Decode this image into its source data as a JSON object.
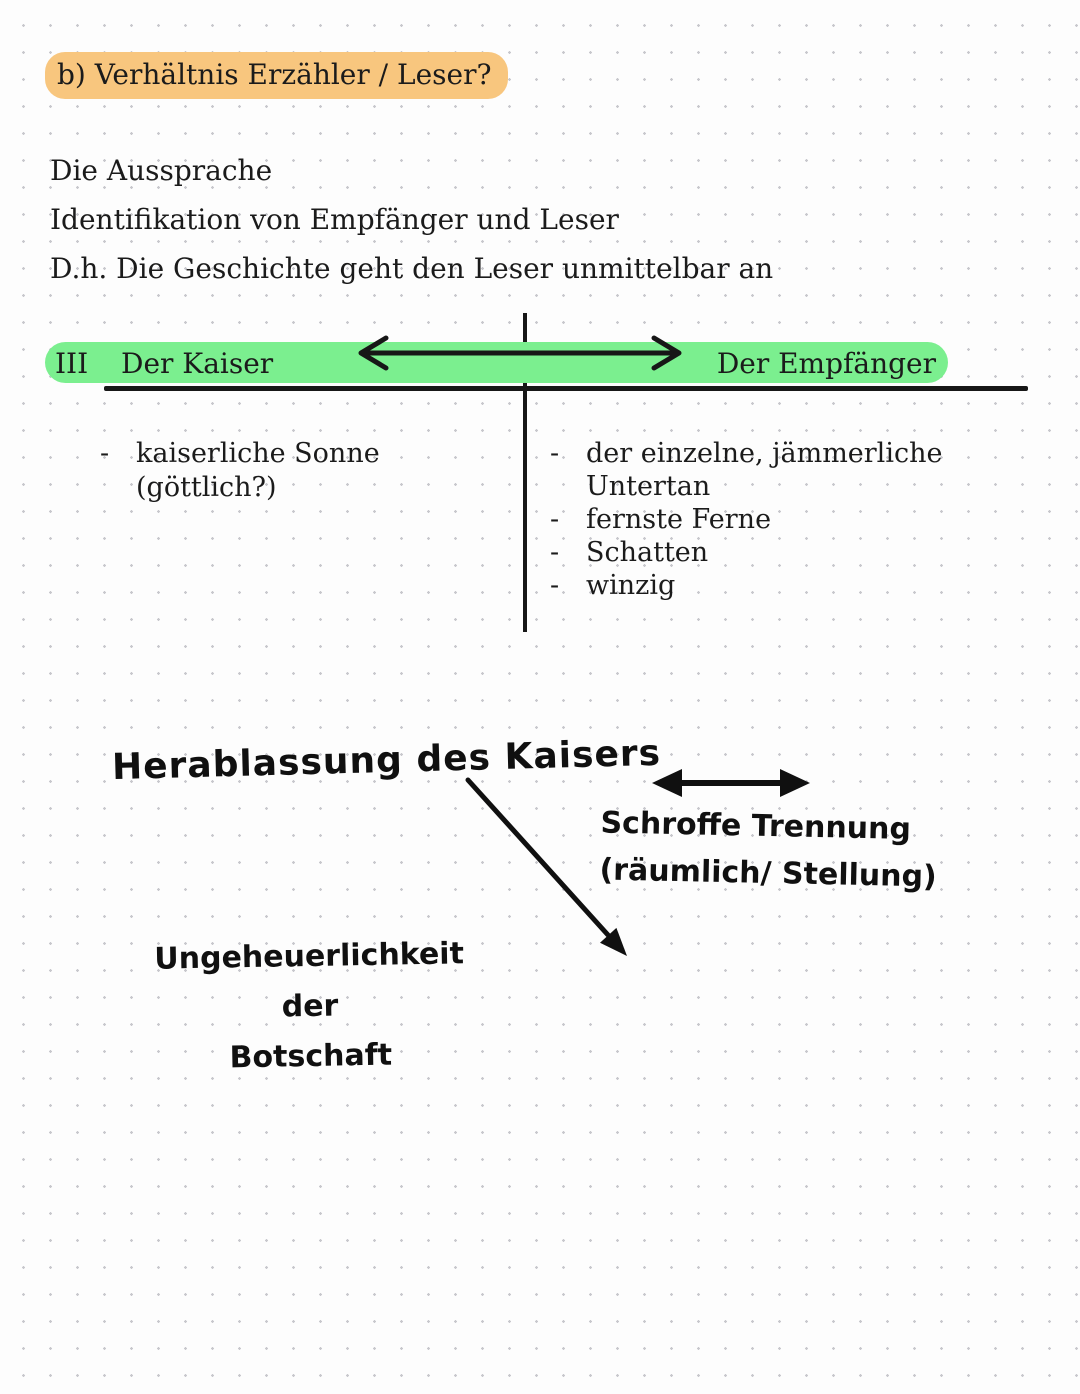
{
  "colors": {
    "highlight_orange": "#f8c67e",
    "highlight_green": "#7bef8f",
    "ink": "#1b1b1b",
    "dot_grid": "#c8c8cd",
    "page_background": "#fdfdfd"
  },
  "heading": {
    "text": "b) Verhältnis Erzähler / Leser?"
  },
  "intro": {
    "lines": [
      "Die Aussprache",
      "Identifikation von Empfänger und Leser",
      "D.h. Die Geschichte geht den Leser unmittelbar an"
    ]
  },
  "section": {
    "numeral": "III",
    "left_header": "Der Kaiser",
    "right_header": "Der Empfänger"
  },
  "table": {
    "bullet": "-",
    "left_items": [
      "kaiserliche Sonne\n(göttlich?)"
    ],
    "right_items": [
      "der einzelne, jämmerliche\nUntertan",
      "fernste Ferne",
      "Schatten",
      "winzig"
    ]
  },
  "annotations": {
    "herablassung": "Herablassung des Kaisers",
    "schroffe_trennung": "Schroffe Trennung\n(räumlich/ Stellung)",
    "ungeheuerlichkeit": "Ungeheuerlichkeit der\nBotschaft"
  }
}
